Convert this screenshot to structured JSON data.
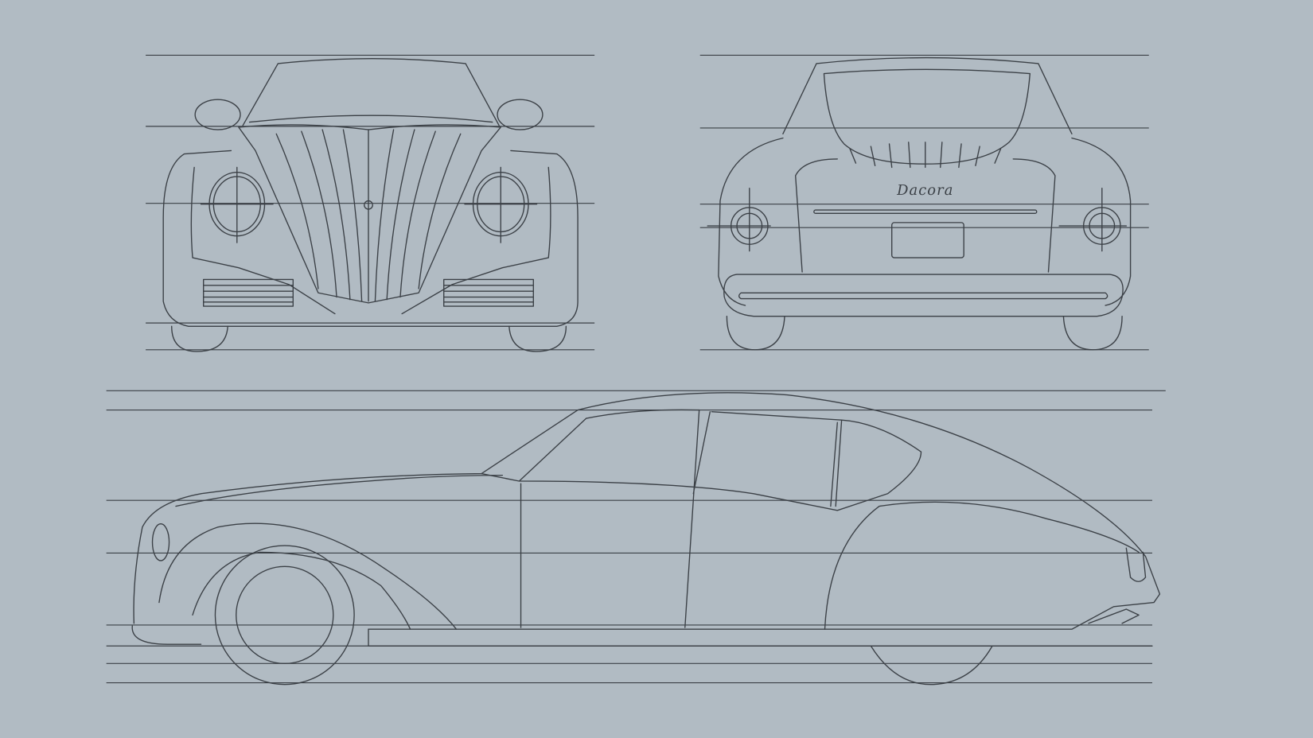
{
  "drawing": {
    "brand_logo": "Dacora",
    "colors": {
      "background": "#b1bbc3",
      "line": "#3b4046"
    },
    "views": [
      "front",
      "rear",
      "side"
    ]
  }
}
